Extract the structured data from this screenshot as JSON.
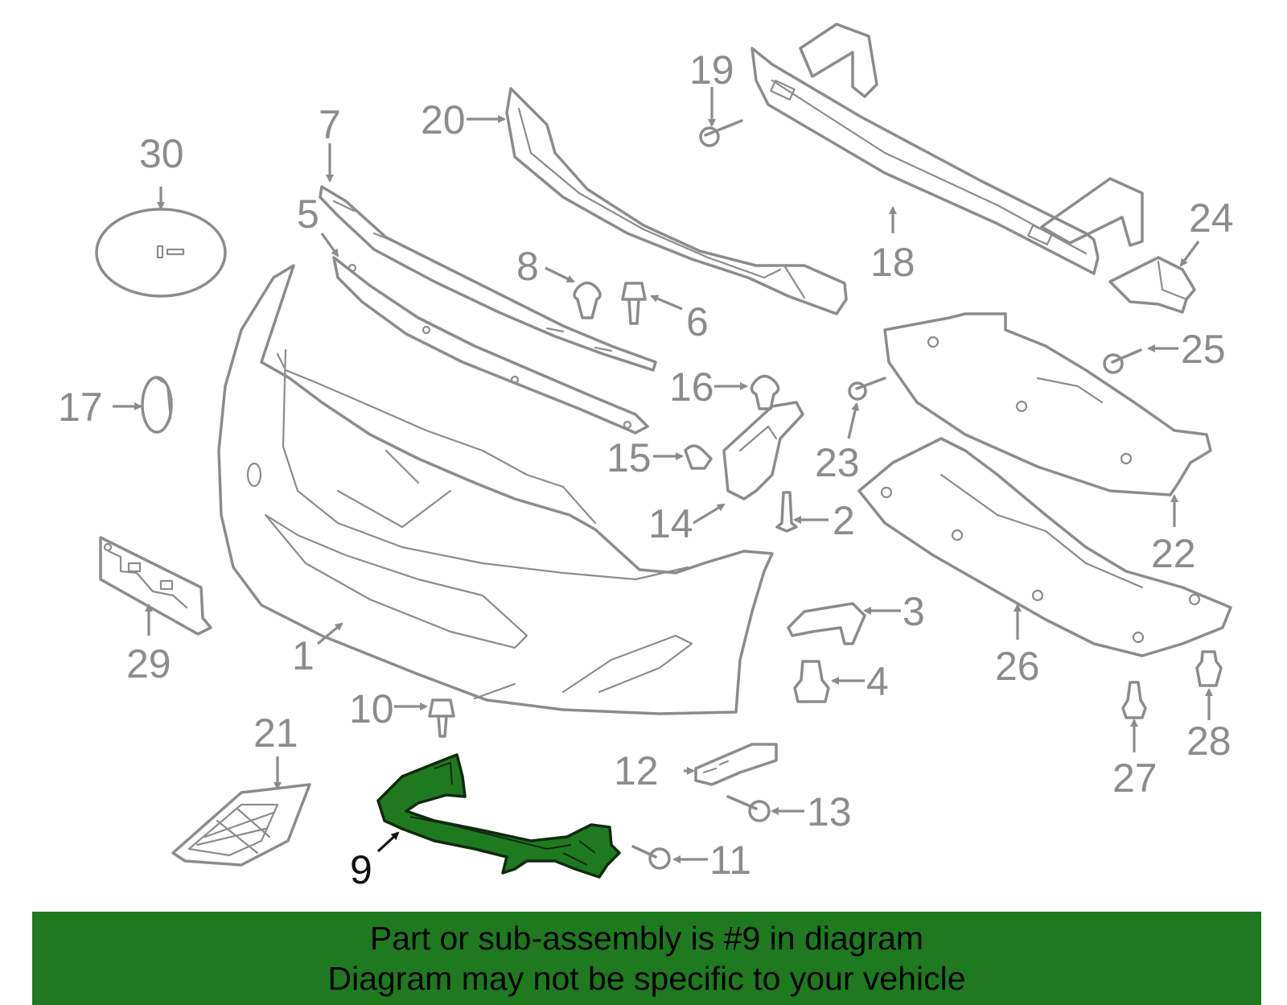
{
  "colors": {
    "line": "#8c8c8c",
    "highlight": "#1f7a1f",
    "banner_background": "#1f7a1f",
    "banner_text": "#000000"
  },
  "highlighted_part": "9",
  "parts": {
    "p1": "1",
    "p2": "2",
    "p3": "3",
    "p4": "4",
    "p5": "5",
    "p6": "6",
    "p7": "7",
    "p8": "8",
    "p9": "9",
    "p10": "10",
    "p11": "11",
    "p12": "12",
    "p13": "13",
    "p14": "14",
    "p15": "15",
    "p16": "16",
    "p17": "17",
    "p18": "18",
    "p19": "19",
    "p20": "20",
    "p21": "21",
    "p22": "22",
    "p23": "23",
    "p24": "24",
    "p25": "25",
    "p26": "26",
    "p27": "27",
    "p28": "28",
    "p29": "29",
    "p30": "30"
  },
  "banner": {
    "line1": "Part or sub-assembly is #9 in diagram",
    "line2": "Diagram may not be specific to your vehicle"
  }
}
